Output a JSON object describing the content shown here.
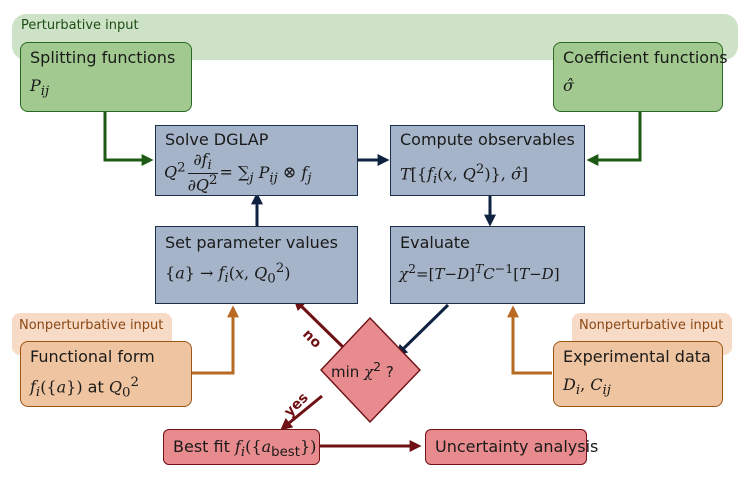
{
  "bands": {
    "perturbative": "Perturbative input",
    "nonpert_left": "Nonperturbative input",
    "nonpert_right": "Nonperturbative input"
  },
  "boxes": {
    "splitting": {
      "title": "Splitting functions",
      "math": "P_ij"
    },
    "coefficient": {
      "title": "Coefficient functions",
      "math": "σ̂"
    },
    "dglap": {
      "title": "Solve DGLAP"
    },
    "observables": {
      "title": "Compute observables"
    },
    "params": {
      "title": "Set parameter values"
    },
    "evaluate": {
      "title": "Evaluate"
    },
    "functional": {
      "title": "Functional form"
    },
    "experimental": {
      "title": "Experimental data"
    },
    "decision": {
      "label": "min χ² ?"
    },
    "bestfit": {
      "title": "Best fit"
    },
    "uncertainty": {
      "title": "Uncertainty analysis"
    }
  },
  "edge_labels": {
    "no": "no",
    "yes": "yes"
  },
  "colors": {
    "green_fill": "#a2c98f",
    "green_edge": "#2a6a20",
    "blue_fill": "#a5b4c8",
    "blue_edge": "#1b2e4a",
    "orange_fill": "#efc4a0",
    "orange_edge": "#9c5618",
    "red_fill": "#e88b8e",
    "red_edge": "#6e1014"
  }
}
